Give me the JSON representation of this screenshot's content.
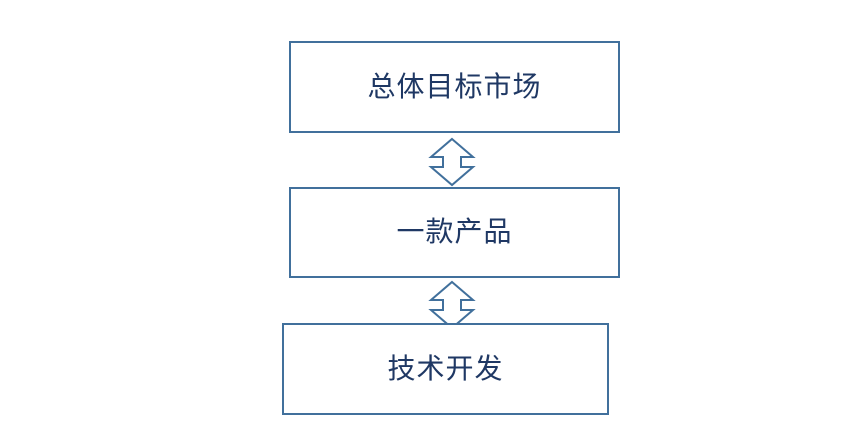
{
  "diagram": {
    "title": "",
    "background_color": "#FFFFFF",
    "stroke_color": "#41709C",
    "text_color": "#1F3864",
    "orientation": "vertical",
    "nodes": [
      {
        "id": "total-market",
        "label": "总体目标市场",
        "level": 1
      },
      {
        "id": "one-product",
        "label": "一款产品",
        "level": 2
      },
      {
        "id": "tech-development",
        "label": "技术开发",
        "level": 3
      }
    ],
    "connectors": [
      {
        "id": "market-product",
        "icon": "double-headed-vertical-arrow",
        "from": "total-market",
        "to": "one-product",
        "bidirectional": true
      },
      {
        "id": "product-tech",
        "icon": "double-headed-vertical-arrow",
        "from": "one-product",
        "to": "tech-development",
        "bidirectional": true
      }
    ]
  }
}
